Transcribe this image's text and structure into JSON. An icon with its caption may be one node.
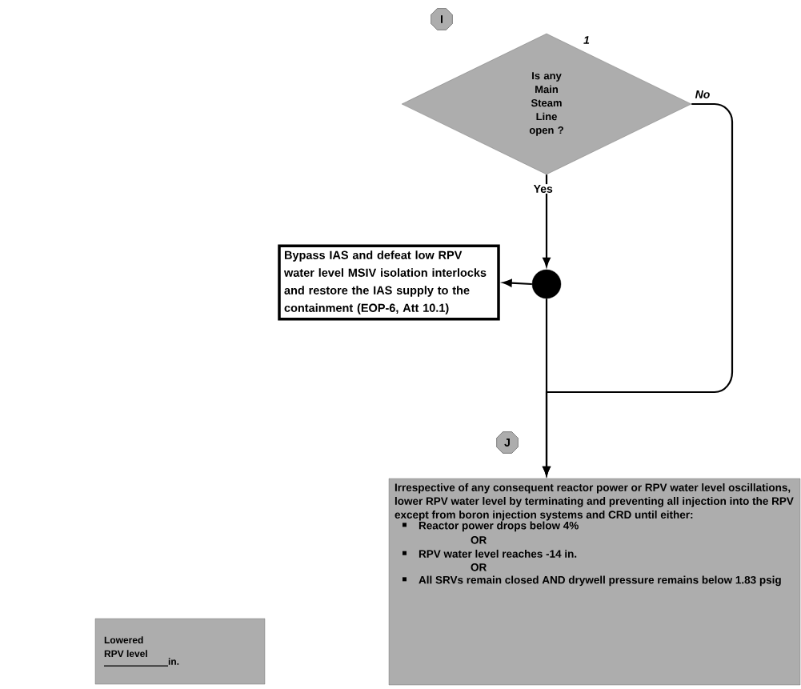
{
  "diagram": {
    "nodes": [
      {
        "text": [
          "I"
        ]
      },
      {
        "text": [
          "Is any Main Steam Line open ?"
        ],
        "beside": [
          "1"
        ]
      },
      {
        "text": [],
        "shape": "circle"
      },
      {
        "text": [
          "Bypass IAS and defeat low RPV water level MSIV isolation interlocks and restore the IAS supply to the containment (EOP-6, Att 10.1)"
        ]
      },
      {
        "text": [
          "J"
        ]
      },
      {
        "text": [
          "Irrespective of any consequent reactor power or RPV water level oscillations, lower RPV water level by terminating and preventing all injection into the RPV except from boron injection systems and CRD until either:",
          "Reactor power drops below 4%",
          "OR",
          "RPV water level reaches -14 in.",
          "OR",
          "All SRVs remain closed AND drywell pressure remains below 1.83 psig"
        ]
      },
      {
        "text": [
          "Lowered RPV level",
          "in."
        ]
      }
    ],
    "edges": [
      {
        "from": 1,
        "to": 2,
        "arrow": "to",
        "label": "Yes"
      },
      {
        "from": 2,
        "to": 3,
        "arrow": "to"
      },
      {
        "from": 2,
        "to": 5,
        "arrow": "to"
      },
      {
        "from": 1,
        "to": 5,
        "arrow": "to",
        "label": "No"
      }
    ]
  }
}
